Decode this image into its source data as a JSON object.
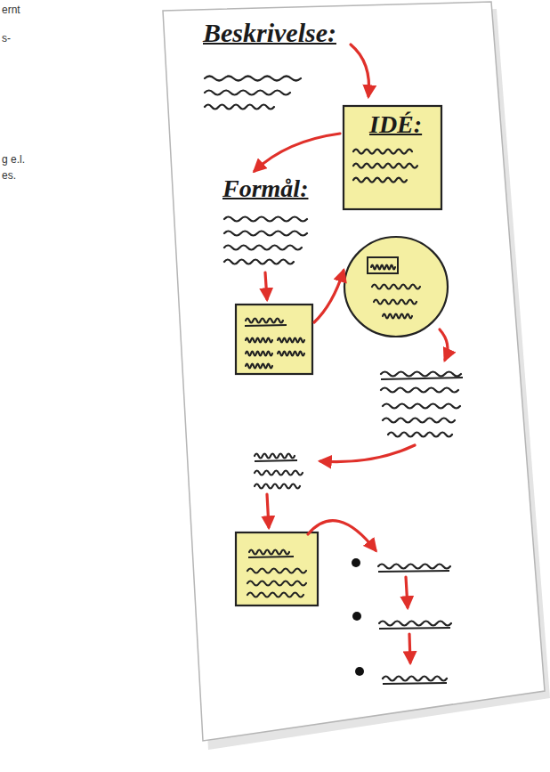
{
  "diagram": {
    "nodes": [
      {
        "text": [
          "IDÉ:"
        ]
      }
    ],
    "labels": [
      "ernt",
      "s-",
      "g e.l.",
      "es.",
      "Beskrivelse:",
      "Formål:"
    ]
  }
}
